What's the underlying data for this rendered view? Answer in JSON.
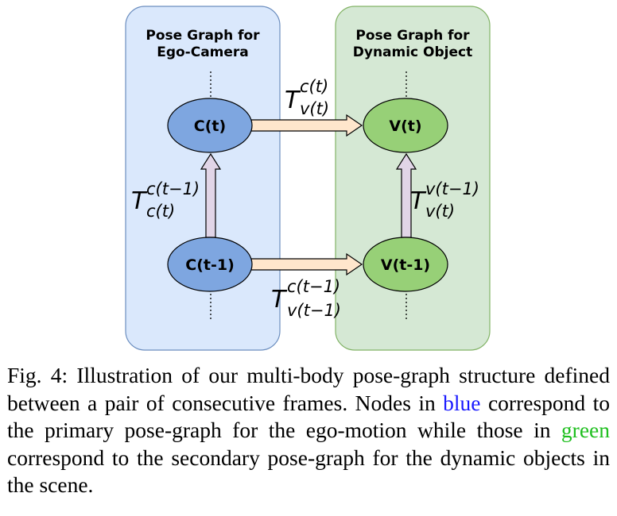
{
  "ego_panel": {
    "title_line1": "Pose Graph for",
    "title_line2": "Ego-Camera",
    "color": "#dae8fc",
    "border": "#6c8ebf"
  },
  "object_panel": {
    "title_line1": "Pose Graph for",
    "title_line2": "Dynamic Object",
    "color": "#d5e8d4",
    "border": "#82b366"
  },
  "nodes": {
    "ego_t": "C(t)",
    "ego_t1": "C(t-1)",
    "obj_t": "V(t)",
    "obj_t1": "V(t-1)",
    "ego_color": "#7ea6e0",
    "obj_color": "#97d077"
  },
  "edges": {
    "cam_to_obj_t": {
      "main": "T",
      "sup": "c(t)",
      "sub": "v(t)"
    },
    "cam_to_obj_t1": {
      "main": "T",
      "sup": "c(t−1)",
      "sub": "v(t−1)"
    },
    "ego_motion": {
      "main": "T",
      "sup": "c(t−1)",
      "sub": "c(t)"
    },
    "obj_motion": {
      "main": "T",
      "sup": "v(t−1)",
      "sub": "v(t)"
    }
  },
  "caption": {
    "prefix": "Fig. 4: Illustration of our multi-body pose-graph structure defined between a pair of consecutive frames. Nodes in ",
    "blue_word": "blue",
    "middle": " correspond to the primary pose-graph for the ego-motion while those in ",
    "green_word": "green",
    "suffix": " correspond to the secondary pose-graph for the dynamic objects in the scene."
  }
}
